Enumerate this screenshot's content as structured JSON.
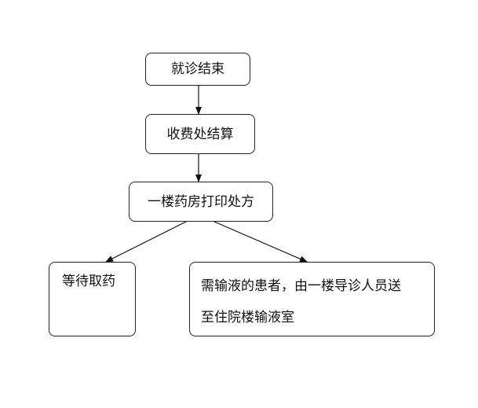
{
  "diagram": {
    "nodes": {
      "visit_end": {
        "label": "就诊结束"
      },
      "billing": {
        "label": "收费处结算"
      },
      "pharmacy": {
        "label": "一楼药房打印处方"
      },
      "wait": {
        "label": "等待取药"
      },
      "infusion": {
        "line1": "需输液的患者，由一楼导诊人员送",
        "line2": "至住院楼输液室"
      }
    }
  }
}
